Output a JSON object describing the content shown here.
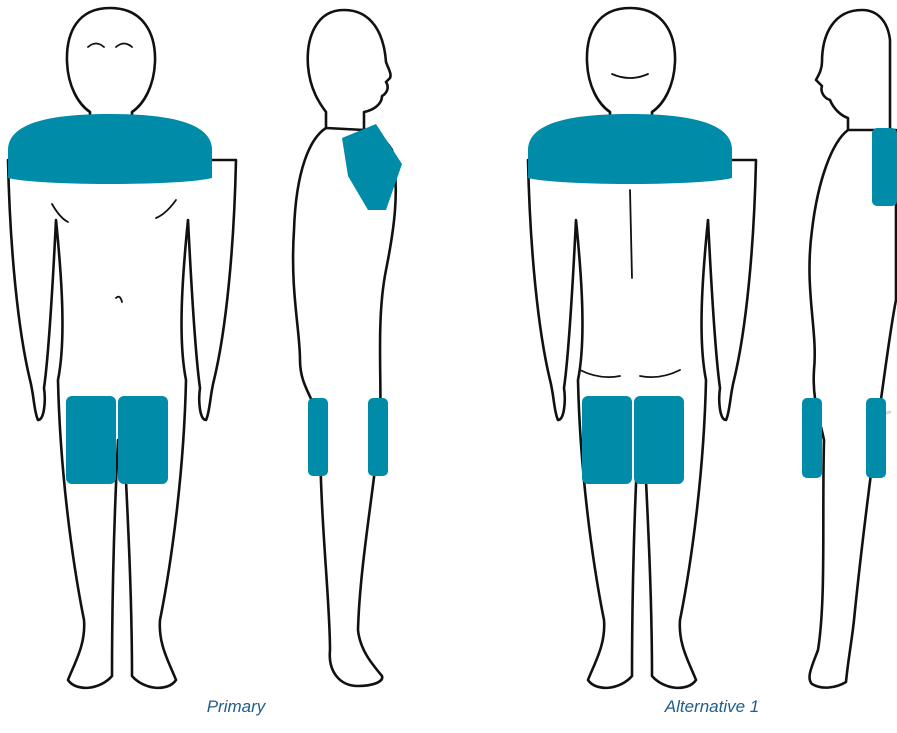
{
  "captions": {
    "primary": "Primary",
    "alternative": "Alternative 1"
  },
  "colors": {
    "highlight": "#008ba8",
    "caption": "#1f5d8c",
    "outline": "#111111",
    "hidden_limb": "#d8d8d8"
  },
  "views": [
    {
      "pose": "front",
      "marked_areas": [
        "shoulders-and-upper-chest",
        "left-thigh-front",
        "right-thigh-front"
      ]
    },
    {
      "pose": "side",
      "marked_areas": [
        "upper-chest",
        "thigh-front",
        "thigh-back"
      ]
    },
    {
      "pose": "back",
      "marked_areas": [
        "shoulders-and-upper-back",
        "left-thigh-back",
        "right-thigh-back"
      ]
    },
    {
      "pose": "side",
      "marked_areas": [
        "upper-back",
        "thigh-front",
        "thigh-back"
      ]
    }
  ]
}
